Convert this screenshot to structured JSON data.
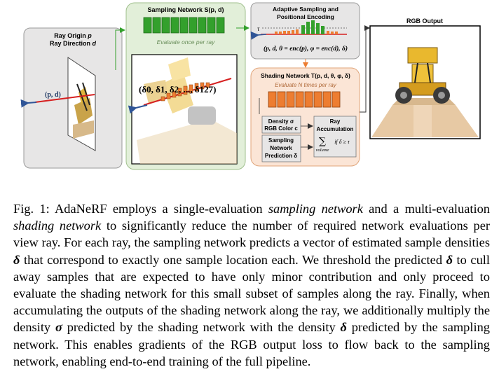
{
  "figure": {
    "input": {
      "line1_text": "Ray Origin ",
      "line1_sym": "p",
      "line2_text": "Ray Direction ",
      "line2_sym": "d",
      "ray_label": "(p, d)"
    },
    "sampling_network": {
      "title": "Sampling Network S(p, d)",
      "subtitle": "Evaluate once per ray",
      "deltas_label": "(δ0, δ1, δ2, ..., δ127)"
    },
    "adaptive_sampling": {
      "title_line1": "Adaptive Sampling and",
      "title_line2": "Positional Encoding",
      "tau": "τ",
      "formula": "(p, d, θ = enc(p), φ = enc(d), δ)"
    },
    "shading_network": {
      "title": "Shading Network T(p, d, θ, φ, δ)",
      "subtitle": "Evaluate N times per ray",
      "density_line1": "Density σ",
      "density_line2": "RGB Color c",
      "pred_line1": "Sampling",
      "pred_line2": "Network",
      "pred_line3": "Prediction δ",
      "accum_line1": "Ray",
      "accum_line2": "Accumulation",
      "accum_sum": "∑",
      "accum_sub": "volume",
      "accum_cond": "if δ ≥ τ"
    },
    "output": {
      "title": "RGB Output"
    }
  },
  "caption": {
    "label": "Fig. 1: AdaNeRF employs a single-evaluation ",
    "t1": "sampling network",
    "t2": " and a multi-evaluation ",
    "t3": "shading network",
    "t4": " to significantly reduce the number of required network evaluations per view ray. For each ray, the sampling network predicts a vector of estimated sample densities ",
    "t5": "δ",
    "t6": " that correspond to exactly one sample location each. We threshold the predicted ",
    "t7": "δ",
    "t8": " to cull away samples that are expected to have only minor contribution and only proceed to evaluate the shading network for this small subset of samples along the ray. Finally, when accumulating the outputs of the shading network along the ray, we additionally multiply the density ",
    "t9": "σ",
    "t10": " predicted by the shading network with the density ",
    "t11": "δ",
    "t12": " predicted by the sampling network. This enables gradients of the RGB output loss to flow back to the sampling network, enabling end-to-end training of the full pipeline."
  },
  "colors": {
    "sampling_green": "#33a02c",
    "sampling_bg": "#e2efd9",
    "shading_orange": "#ed7d31",
    "shading_bg": "#fbe5d6",
    "ray_red": "#d62020",
    "ray_blue": "#2f5597",
    "panel_gray": "#e7e6e6"
  }
}
